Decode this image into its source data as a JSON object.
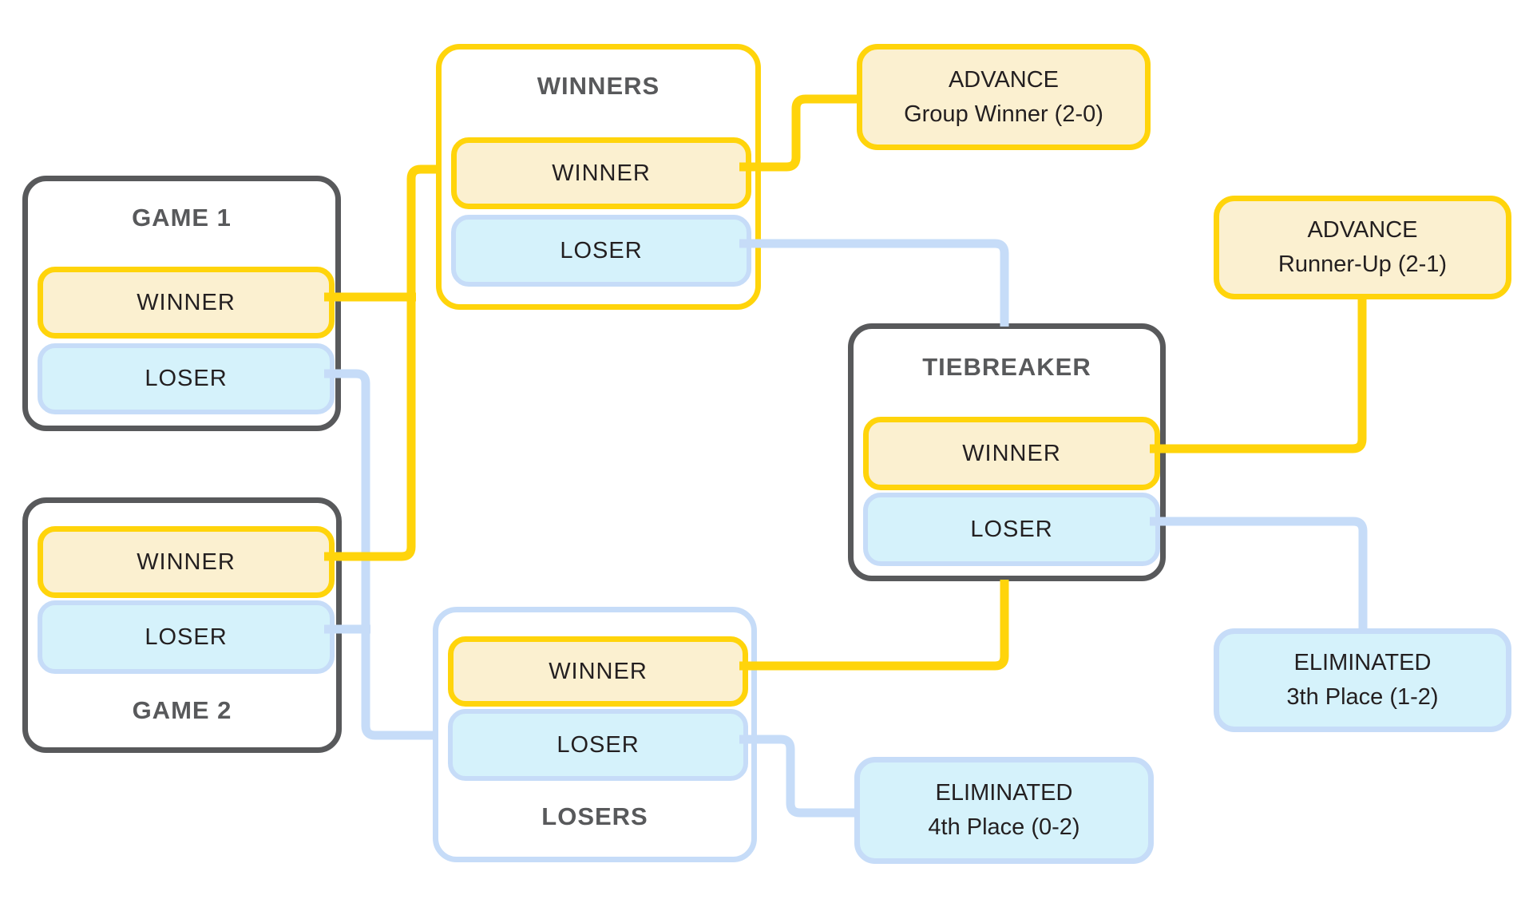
{
  "diagram": {
    "type": "tournament-group-bracket",
    "groups": {
      "game1": {
        "title": "GAME 1",
        "winner_label": "WINNER",
        "loser_label": "LOSER"
      },
      "game2": {
        "title": "GAME 2",
        "winner_label": "WINNER",
        "loser_label": "LOSER"
      },
      "winners": {
        "title": "WINNERS",
        "winner_label": "WINNER",
        "loser_label": "LOSER"
      },
      "losers": {
        "title": "LOSERS",
        "winner_label": "WINNER",
        "loser_label": "LOSER"
      },
      "tiebreaker": {
        "title": "TIEBREAKER",
        "winner_label": "WINNER",
        "loser_label": "LOSER"
      }
    },
    "outcomes": {
      "group_winner": {
        "line1": "ADVANCE",
        "line2": "Group Winner (2-0)"
      },
      "runner_up": {
        "line1": "ADVANCE",
        "line2": "Runner-Up (2-1)"
      },
      "third_place": {
        "line1": "ELIMINATED",
        "line2": "3th Place (1-2)"
      },
      "fourth_place": {
        "line1": "ELIMINATED",
        "line2": "4th Place (0-2)"
      }
    },
    "connections": [
      {
        "from": "game1.winner",
        "to": "winners",
        "type": "winner-path"
      },
      {
        "from": "game2.winner",
        "to": "winners",
        "type": "winner-path"
      },
      {
        "from": "game1.loser",
        "to": "losers",
        "type": "loser-path"
      },
      {
        "from": "game2.loser",
        "to": "losers",
        "type": "loser-path"
      },
      {
        "from": "winners.winner",
        "to": "group_winner",
        "type": "winner-path"
      },
      {
        "from": "winners.loser",
        "to": "tiebreaker",
        "type": "loser-path"
      },
      {
        "from": "losers.winner",
        "to": "tiebreaker",
        "type": "winner-path"
      },
      {
        "from": "losers.loser",
        "to": "fourth_place",
        "type": "loser-path"
      },
      {
        "from": "tiebreaker.winner",
        "to": "runner_up",
        "type": "winner-path"
      },
      {
        "from": "tiebreaker.loser",
        "to": "third_place",
        "type": "loser-path"
      }
    ],
    "colors": {
      "winner_stroke": "#FFD40B",
      "winner_fill": "#FBF0D0",
      "loser_stroke": "#C6DCF8",
      "loser_fill": "#D5F2FB",
      "box_border": "#58595B",
      "title_text": "#58595B",
      "label_text": "#231F20",
      "background": "#FFFFFF"
    }
  }
}
